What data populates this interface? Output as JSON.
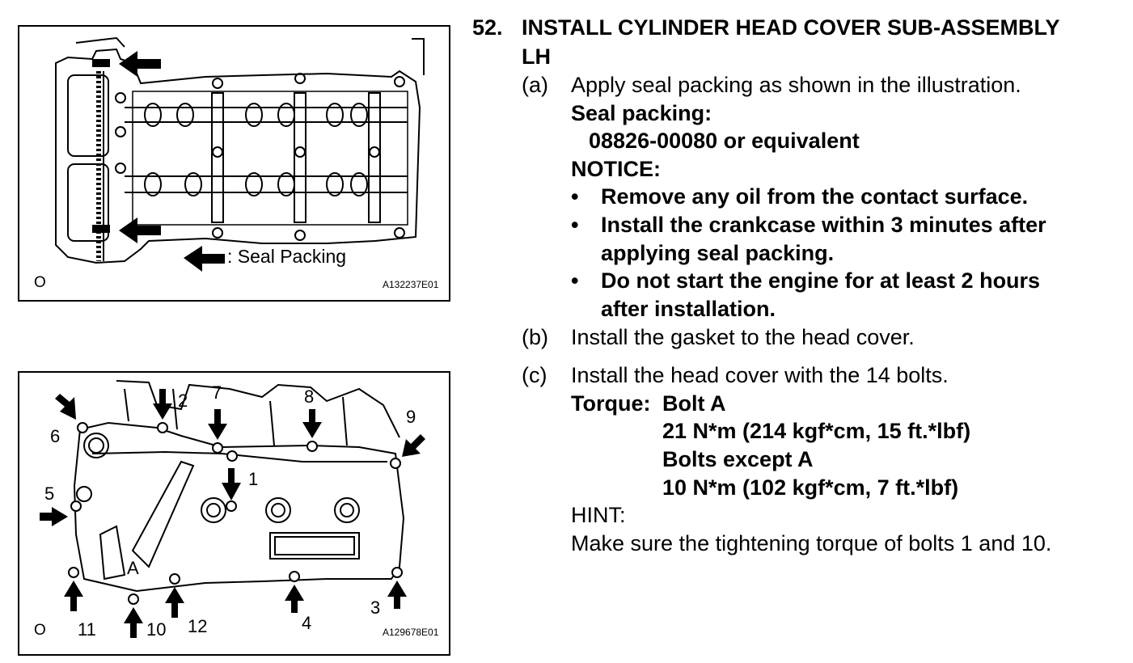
{
  "figure1": {
    "legend": ": Seal Packing",
    "corner_mark": "O",
    "code": "A132237E01"
  },
  "figure2": {
    "corner_mark": "O",
    "code": "A129678E01",
    "bolt_labels": [
      "1",
      "2",
      "3",
      "4",
      "5",
      "6",
      "7",
      "8",
      "9",
      "10",
      "11",
      "12"
    ],
    "point_label": "A"
  },
  "step": {
    "number": "52.",
    "title_line1": "INSTALL CYLINDER HEAD COVER SUB-ASSEMBLY",
    "title_line2": "LH"
  },
  "sub_a": {
    "marker": "(a)",
    "text": "Apply seal packing as shown in the illustration.",
    "seal_label": "Seal packing:",
    "seal_value": "08826-00080 or equivalent",
    "notice_label": "NOTICE:",
    "bullets": [
      {
        "line1": "Remove any oil from the contact surface.",
        "line2": ""
      },
      {
        "line1": "Install the crankcase within 3 minutes after",
        "line2": "applying seal packing."
      },
      {
        "line1": "Do not start the engine for at least 2 hours",
        "line2": "after installation."
      }
    ]
  },
  "sub_b": {
    "marker": "(b)",
    "text": "Install the gasket to the head cover."
  },
  "sub_c": {
    "marker": "(c)",
    "text": "Install the head cover with the 14 bolts.",
    "torque_label": "Torque:",
    "bolt_a_label": "Bolt A",
    "bolt_a_value": "21 N*m (214 kgf*cm, 15 ft.*lbf)",
    "bolts_except_label": "Bolts except A",
    "bolts_except_value": "10 N*m (102 kgf*cm, 7 ft.*lbf)",
    "hint_label": "HINT:",
    "hint_text": "Make sure the tightening torque of bolts 1 and 10."
  },
  "bullet_glyph": "•"
}
